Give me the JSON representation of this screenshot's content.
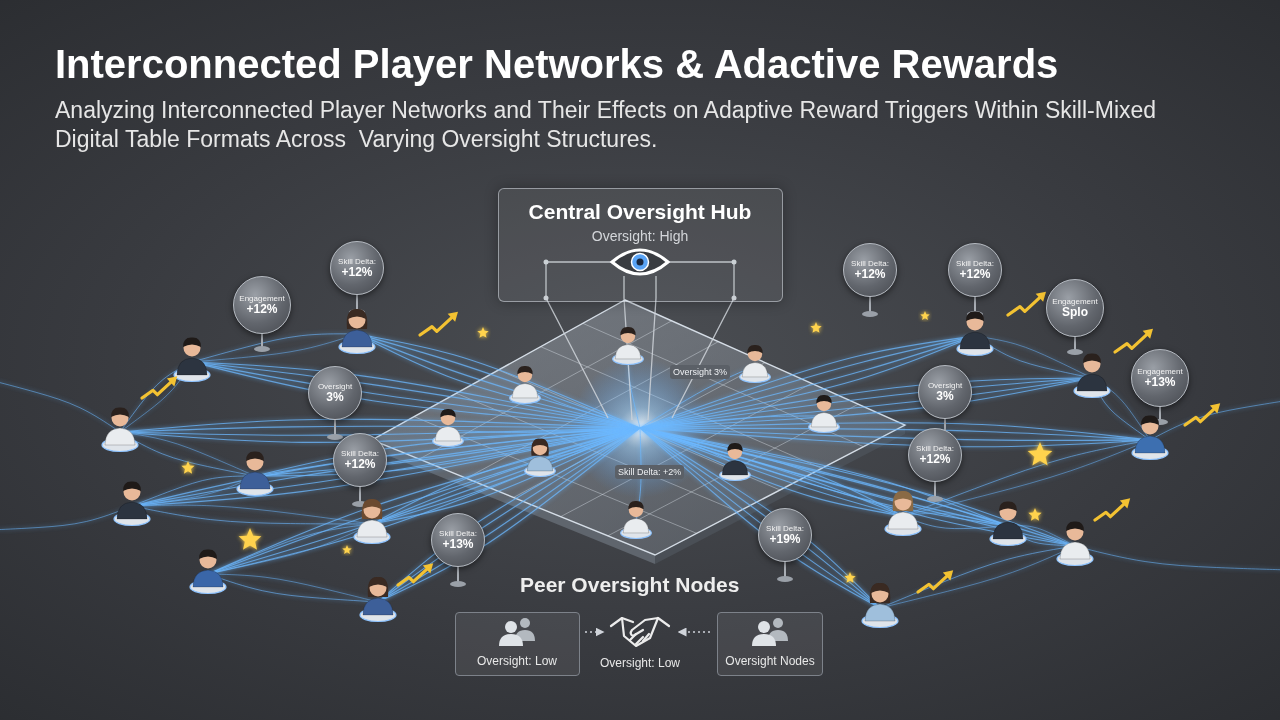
{
  "diagram": {
    "title": "Interconnected Player Networks & Adactive Rewards",
    "nodes": [
      {
        "text": [
          "Central Oversight Hub",
          "Oversight: High"
        ]
      },
      {
        "text": [
          "Skill Delta:",
          "+12%"
        ]
      },
      {
        "text": [
          "Skill Delta:",
          "+12%"
        ]
      },
      {
        "text": [
          "Skill Delta:",
          "+12%"
        ]
      },
      {
        "text": [
          "Engagement",
          "+12%"
        ]
      },
      {
        "text": [
          "Engagement",
          "Splo"
        ]
      },
      {
        "text": [
          "Engagement",
          "+13%"
        ]
      },
      {
        "text": [
          "Oversight",
          "3%"
        ]
      },
      {
        "text": [
          "Oversight",
          "3%"
        ]
      },
      {
        "text": [
          "Skill Delta:",
          "+12%"
        ]
      },
      {
        "text": [
          "Skill Delta:",
          "+12%"
        ]
      },
      {
        "text": [
          "Skill Delta:",
          "+19%"
        ]
      },
      {
        "text": [
          "Skill Delta:",
          "+13%"
        ]
      },
      {
        "text": [
          "Oversight: Low"
        ]
      },
      {
        "text": [
          "Oversight Nodes"
        ]
      }
    ],
    "labels": [
      "Analyzing Interconnected Player Networks and Their Effects on Adaptive Reward Triggers Within Skill-Mixed Digital Table Formats Across  Varying Oversight Structures.",
      "Oversight 3%",
      "Skill Delta: +2%",
      "Peer Oversight Nodes",
      "Oversight: Low"
    ]
  }
}
